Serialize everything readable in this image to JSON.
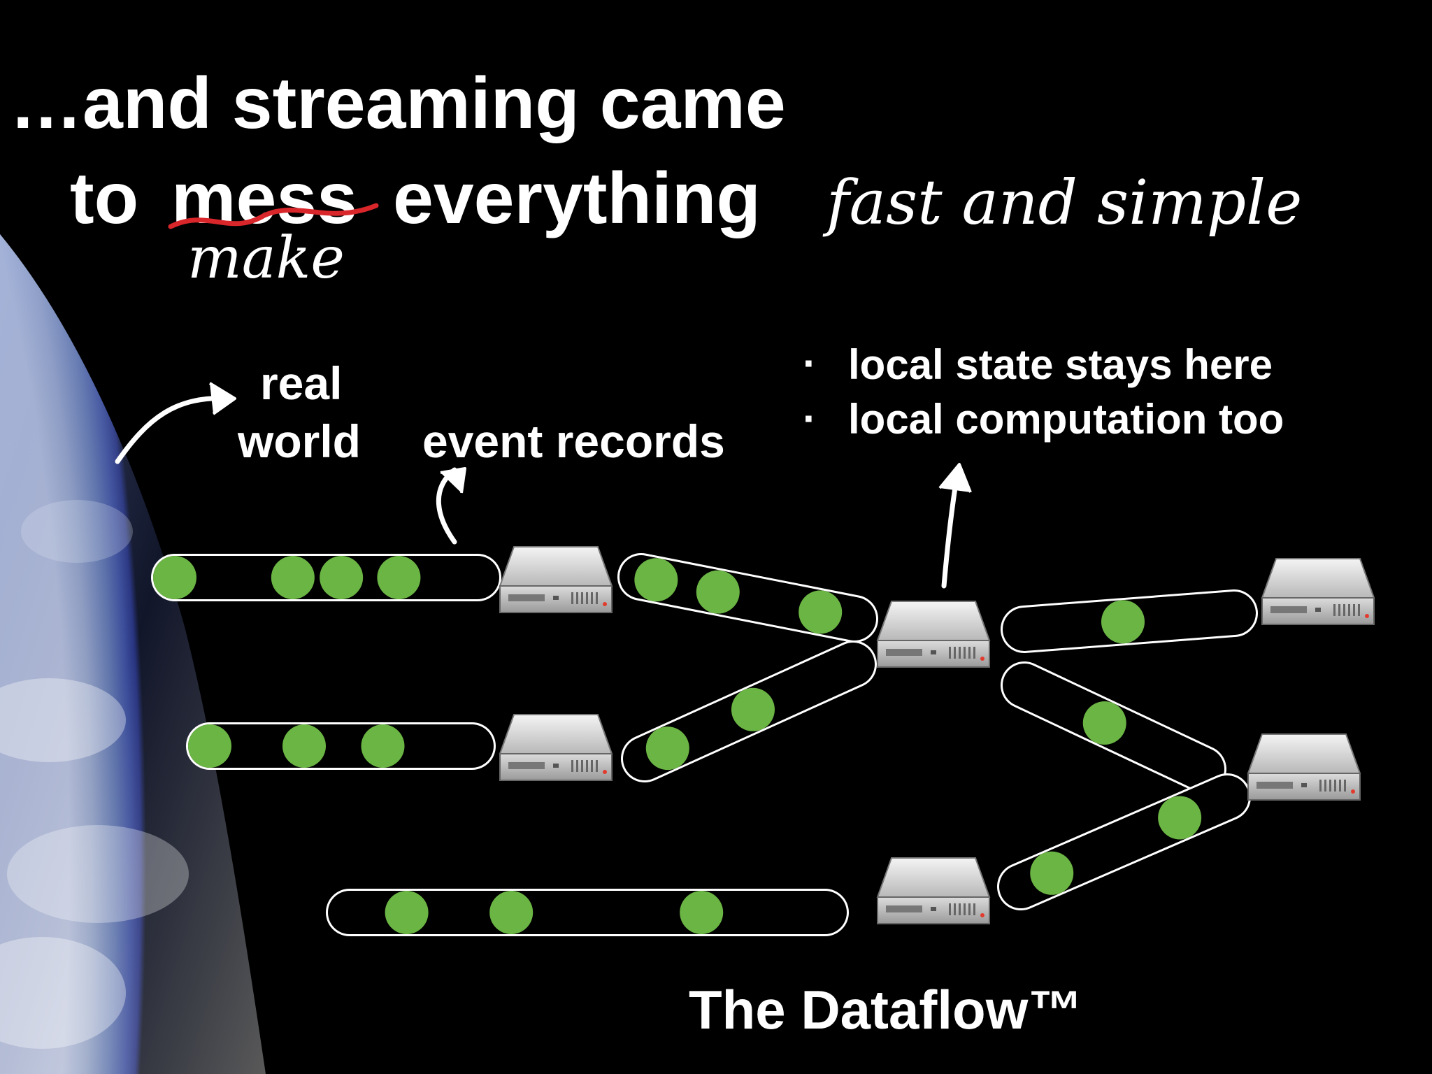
{
  "title": {
    "line1": "…and streaming came",
    "line2_to": "to",
    "line2_struck": "mess",
    "line2_rest": "everything",
    "handwritten_insert": "make",
    "handwritten_suffix": "fast and simple"
  },
  "labels": {
    "real": "real",
    "world": "world",
    "event_records": "event records"
  },
  "bullets": [
    {
      "marker": "·",
      "text": "local state stays here"
    },
    {
      "marker": "·",
      "text": "local computation too"
    }
  ],
  "footer": "The Dataflow™",
  "colors": {
    "background": "#000000",
    "text": "#ffffff",
    "event_dot": "#6bb544",
    "strike": "#d9262b",
    "pipe_stroke": "#ffffff",
    "server_body": "#c9c9c9"
  },
  "icons": [
    "server-icon",
    "earth-image",
    "curved-arrow-icon",
    "arrow-up-icon"
  ]
}
